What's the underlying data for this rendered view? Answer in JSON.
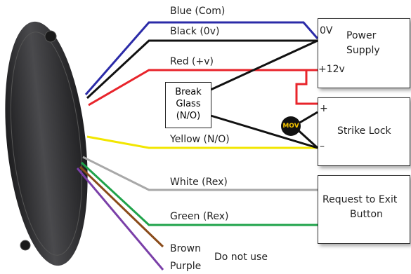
{
  "wires": {
    "blue": "Blue (Com)",
    "black": "Black (0v)",
    "red": "Red (+v)",
    "yellow": "Yellow (N/O)",
    "white": "White (Rex)",
    "green": "Green (Rex)",
    "brown": "Brown",
    "purple": "Purple",
    "unused_note": "Do not use"
  },
  "boxes": {
    "power_supply": {
      "line1": "Power",
      "line2": "Supply",
      "terminal_0v": "0V",
      "terminal_12v": "+12v"
    },
    "strike_lock": {
      "label": "Strike Lock",
      "plus": "+",
      "minus": "–"
    },
    "rex_button": {
      "line1": "Request to Exit",
      "line2": "Button"
    },
    "break_glass": {
      "line1": "Break",
      "line2": "Glass",
      "line3": "(N/O)"
    }
  },
  "mov": "MOV",
  "colors": {
    "blue": "#2b2ba8",
    "black": "#111111",
    "red": "#e8242b",
    "yellow": "#f2e600",
    "white": "#a8a8a8",
    "green": "#1fa34a",
    "brown": "#8a4b1a",
    "purple": "#7a3fa8",
    "reader_body": "#3a3a3c"
  }
}
